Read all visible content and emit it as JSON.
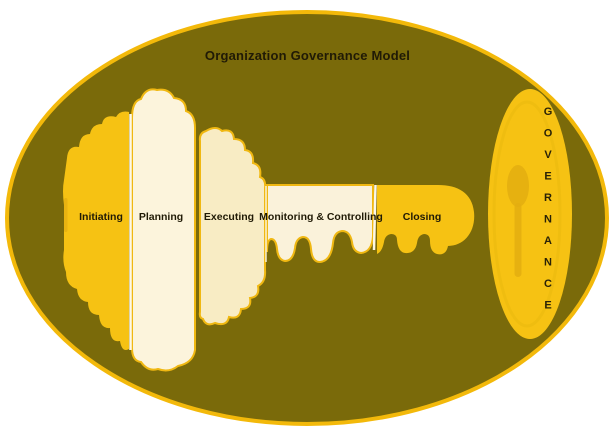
{
  "title": "Organization Governance Model",
  "colors": {
    "page_bg": "#ffffff",
    "ellipse_fill": "#7a6a0a",
    "ellipse_border": "#f3b90a",
    "gold": "#f6c213",
    "cream_light": "#fcf4dc",
    "cream_medium": "#f8ecc4",
    "cream_soft": "#faf2da",
    "outline_gold": "#f0b812",
    "separator_white": "#fdf8e8",
    "spoon_gold": "#e3ae10",
    "highlight_gold": "#d9a410",
    "text_dark": "#201a06"
  },
  "key_segments": [
    {
      "label": "Initiating"
    },
    {
      "label": "Planning"
    },
    {
      "label": "Executing"
    },
    {
      "label": "Monitoring & Controlling"
    },
    {
      "label": "Closing"
    }
  ],
  "governance": {
    "label": "GOVERNANCE"
  }
}
